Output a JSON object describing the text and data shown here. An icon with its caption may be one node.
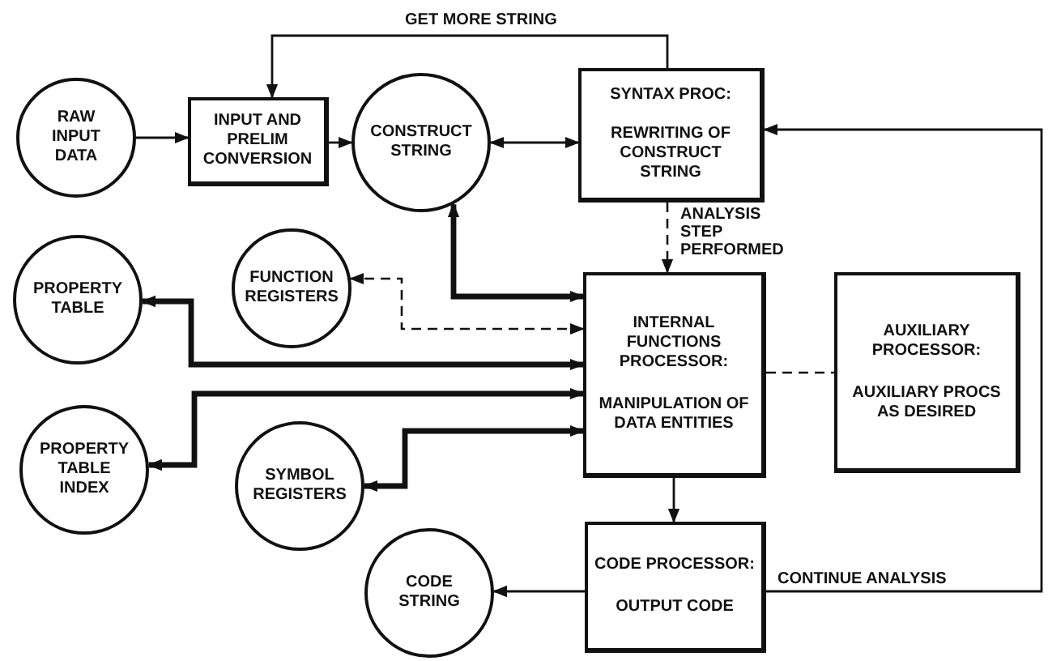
{
  "diagram": {
    "nodes": [
      {
        "text": [
          "RAW INPUT DATA"
        ]
      },
      {
        "text": [
          "INPUT AND PRELIM CONVERSION"
        ]
      },
      {
        "text": [
          "CONSTRUCT STRING"
        ]
      },
      {
        "text": [
          "SYNTAX PROC:",
          "REWRITING OF CONSTRUCT STRING"
        ]
      },
      {
        "text": [
          "FUNCTION REGISTERS"
        ]
      },
      {
        "text": [
          "PROPERTY TABLE"
        ]
      },
      {
        "text": [
          "INTERNAL FUNCTIONS PROCESSOR:",
          "MANIPULATION OF DATA ENTITIES"
        ]
      },
      {
        "text": [
          "AUXILIARY PROCESSOR:",
          "AUXILIARY PROCS AS DESIRED"
        ]
      },
      {
        "text": [
          "PROPERTY TABLE INDEX"
        ]
      },
      {
        "text": [
          "SYMBOL REGISTERS"
        ]
      },
      {
        "text": [
          "CODE STRING"
        ]
      },
      {
        "text": [
          "CODE PROCESSOR:",
          "OUTPUT CODE"
        ]
      }
    ],
    "edges": [
      {
        "from": 0,
        "to": 1,
        "arrow": "to"
      },
      {
        "from": 1,
        "to": 2,
        "arrow": "to"
      },
      {
        "from": 2,
        "to": 3,
        "arrow": "both"
      },
      {
        "from": 3,
        "to": 1,
        "arrow": "to",
        "label": "GET MORE STRING"
      },
      {
        "from": 3,
        "to": 6,
        "arrow": "to",
        "label": "ANALYSIS STEP PERFORMED",
        "style": "dashed"
      },
      {
        "from": 6,
        "to": 2,
        "arrow": "both",
        "style": "thick"
      },
      {
        "from": 6,
        "to": 4,
        "arrow": "both",
        "style": "dashed"
      },
      {
        "from": 6,
        "to": 5,
        "arrow": "both",
        "style": "thick"
      },
      {
        "from": 6,
        "to": 8,
        "arrow": "both",
        "style": "thick"
      },
      {
        "from": 6,
        "to": 9,
        "arrow": "both",
        "style": "thick"
      },
      {
        "from": 6,
        "to": 11,
        "arrow": "to"
      },
      {
        "from": 11,
        "to": 10,
        "arrow": "to"
      },
      {
        "from": 11,
        "to": 3,
        "arrow": "to",
        "label": "CONTINUE ANALYSIS"
      },
      {
        "from": 6,
        "to": 7,
        "arrow": "none",
        "style": "dashed"
      }
    ]
  }
}
